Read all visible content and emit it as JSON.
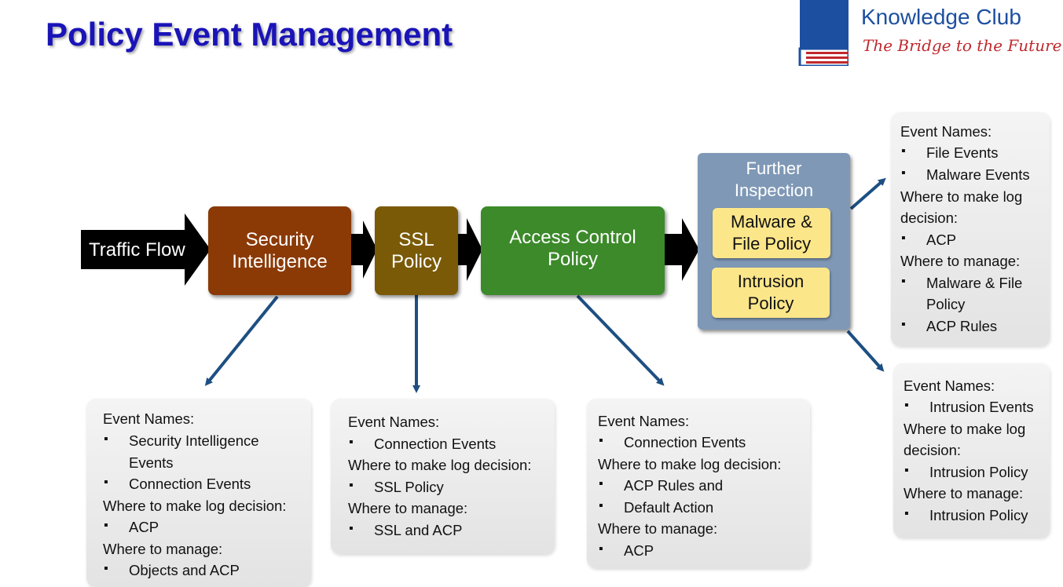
{
  "title": "Policy Event Management",
  "logo": {
    "name": "Knowledge Club",
    "tagline": "The Bridge to the Future"
  },
  "flow": {
    "traffic": "Traffic Flow",
    "security_1": "Security",
    "security_2": "Intelligence",
    "ssl_1": "SSL",
    "ssl_2": "Policy",
    "acp_1": "Access Control",
    "acp_2": "Policy",
    "further_1": "Further",
    "further_2": "Inspection",
    "malware_1": "Malware &",
    "malware_2": "File Policy",
    "intrusion_1": "Intrusion",
    "intrusion_2": "Policy"
  },
  "panels": {
    "security": {
      "event_names": "Event Names:",
      "e1a": "Security Intelligence",
      "e1b": "Events",
      "e2": "Connection Events",
      "log_heading": "Where to make log decision:",
      "log1": "ACP",
      "manage_heading": "Where to manage:",
      "manage1": "Objects and ACP"
    },
    "ssl": {
      "event_names": "Event Names:",
      "e1": "Connection Events",
      "log_heading": "Where to make log decision:",
      "log1": "SSL Policy",
      "manage_heading": "Where to manage:",
      "manage1": "SSL and ACP"
    },
    "acp": {
      "event_names": "Event Names:",
      "e1": "Connection Events",
      "log_heading": "Where to make log decision:",
      "log1": "ACP Rules and",
      "log2": "Default Action",
      "manage_heading": "Where to manage:",
      "manage1": "ACP"
    },
    "malware": {
      "event_names": "Event Names:",
      "e1": "File Events",
      "e2": "Malware Events",
      "log_heading_1": "Where to make log",
      "log_heading_2": "decision:",
      "log1": "ACP",
      "manage_heading": "Where to manage:",
      "manage1a": "Malware & File",
      "manage1b": "Policy",
      "manage2": "ACP Rules"
    },
    "intrusion": {
      "event_names": "Event Names:",
      "e1": "Intrusion Events",
      "log_heading_1": "Where to make log",
      "log_heading_2": "decision:",
      "log1": "Intrusion Policy",
      "manage_heading": "Where to manage:",
      "manage1": "Intrusion Policy"
    }
  },
  "colors": {
    "title": "#1a14b8",
    "security": "#8b3a06",
    "ssl": "#7a5a06",
    "acp": "#3c8a2a",
    "further": "#7f98b6",
    "inner_box": "#fce68a",
    "connector": "#1d4f82"
  }
}
